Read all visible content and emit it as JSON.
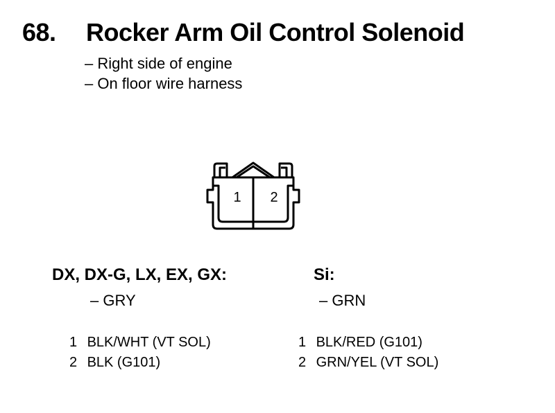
{
  "header": {
    "number": "68.",
    "title": "Rocker Arm Oil Control Solenoid"
  },
  "location": [
    "– Right side of engine",
    "– On floor wire harness"
  ],
  "connector": {
    "pins": [
      "1",
      "2"
    ]
  },
  "columns": [
    {
      "models": "DX, DX-G, LX, EX, GX:",
      "color": "– GRY",
      "pins": [
        {
          "num": "1",
          "wire": "BLK/WHT (VT SOL)"
        },
        {
          "num": "2",
          "wire": "BLK (G101)"
        }
      ]
    },
    {
      "models": "Si:",
      "color": "– GRN",
      "pins": [
        {
          "num": "1",
          "wire": "BLK/RED (G101)"
        },
        {
          "num": "2",
          "wire": "GRN/YEL (VT SOL)"
        }
      ]
    }
  ]
}
